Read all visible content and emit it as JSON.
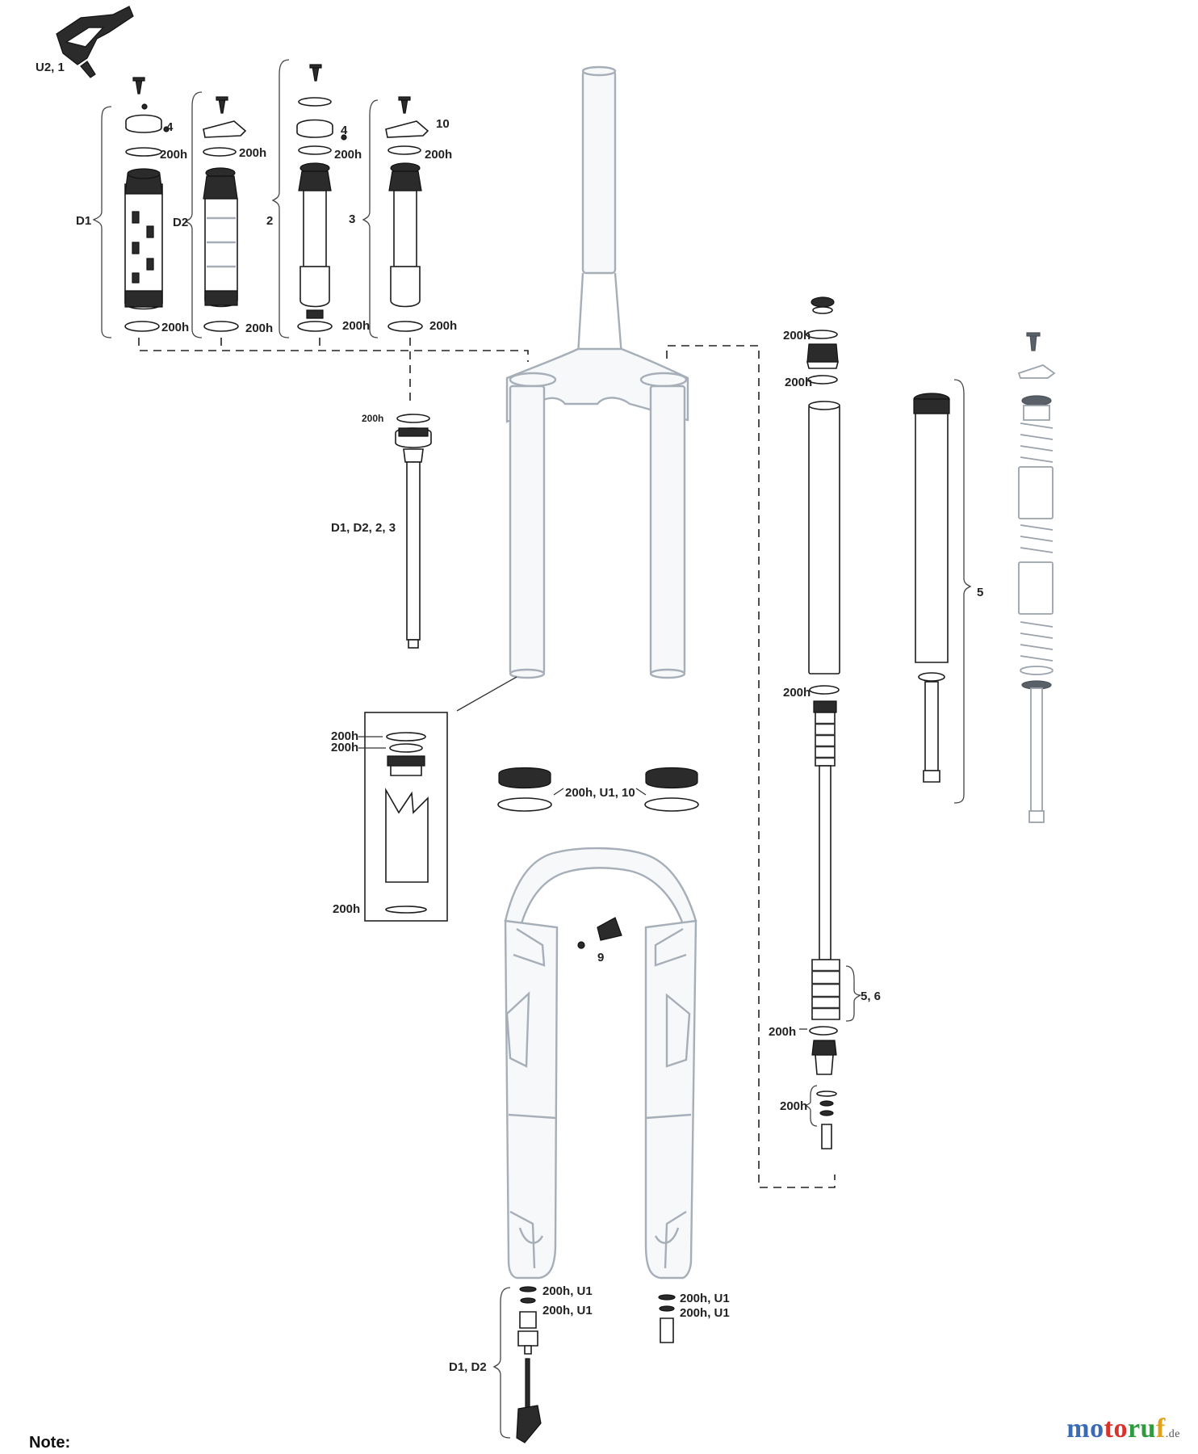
{
  "labels": {
    "u2_1": "U2, 1",
    "d1": "D1",
    "d2": "D2",
    "n2": "2",
    "n3": "3",
    "n4a": "4",
    "n4b": "4",
    "n10": "10",
    "h_d1_top": "200h",
    "h_d2_top": "200h",
    "h_2_top": "200h",
    "h_3_top": "200h",
    "h_d1_bot": "200h",
    "h_d2_bot": "200h",
    "h_2_bot": "200h",
    "h_3_bot": "200h",
    "h_shaft_top": "200h",
    "d1_d2_2_3": "D1, D2, 2, 3",
    "h_box1": "200h",
    "h_box2": "200h",
    "h_box3": "200h",
    "h_seal": "200h, U1, 10",
    "n9": "9",
    "h_cap1": "200h",
    "h_cap2": "200h",
    "n5": "5",
    "h_rod": "200h",
    "n5_6": "5, 6",
    "h_piston": "200h",
    "h_oring": "200h",
    "h_u1_a": "200h, U1",
    "h_u1_b": "200h, U1",
    "h_u1_c": "200h, U1",
    "h_u1_d": "200h, U1",
    "d1_d2_bottom": "D1, D2",
    "note": "Note:"
  },
  "watermark": {
    "p1": "mo",
    "p2": "to",
    "p3": "ru",
    "p4": "f",
    "tld": ".de"
  }
}
